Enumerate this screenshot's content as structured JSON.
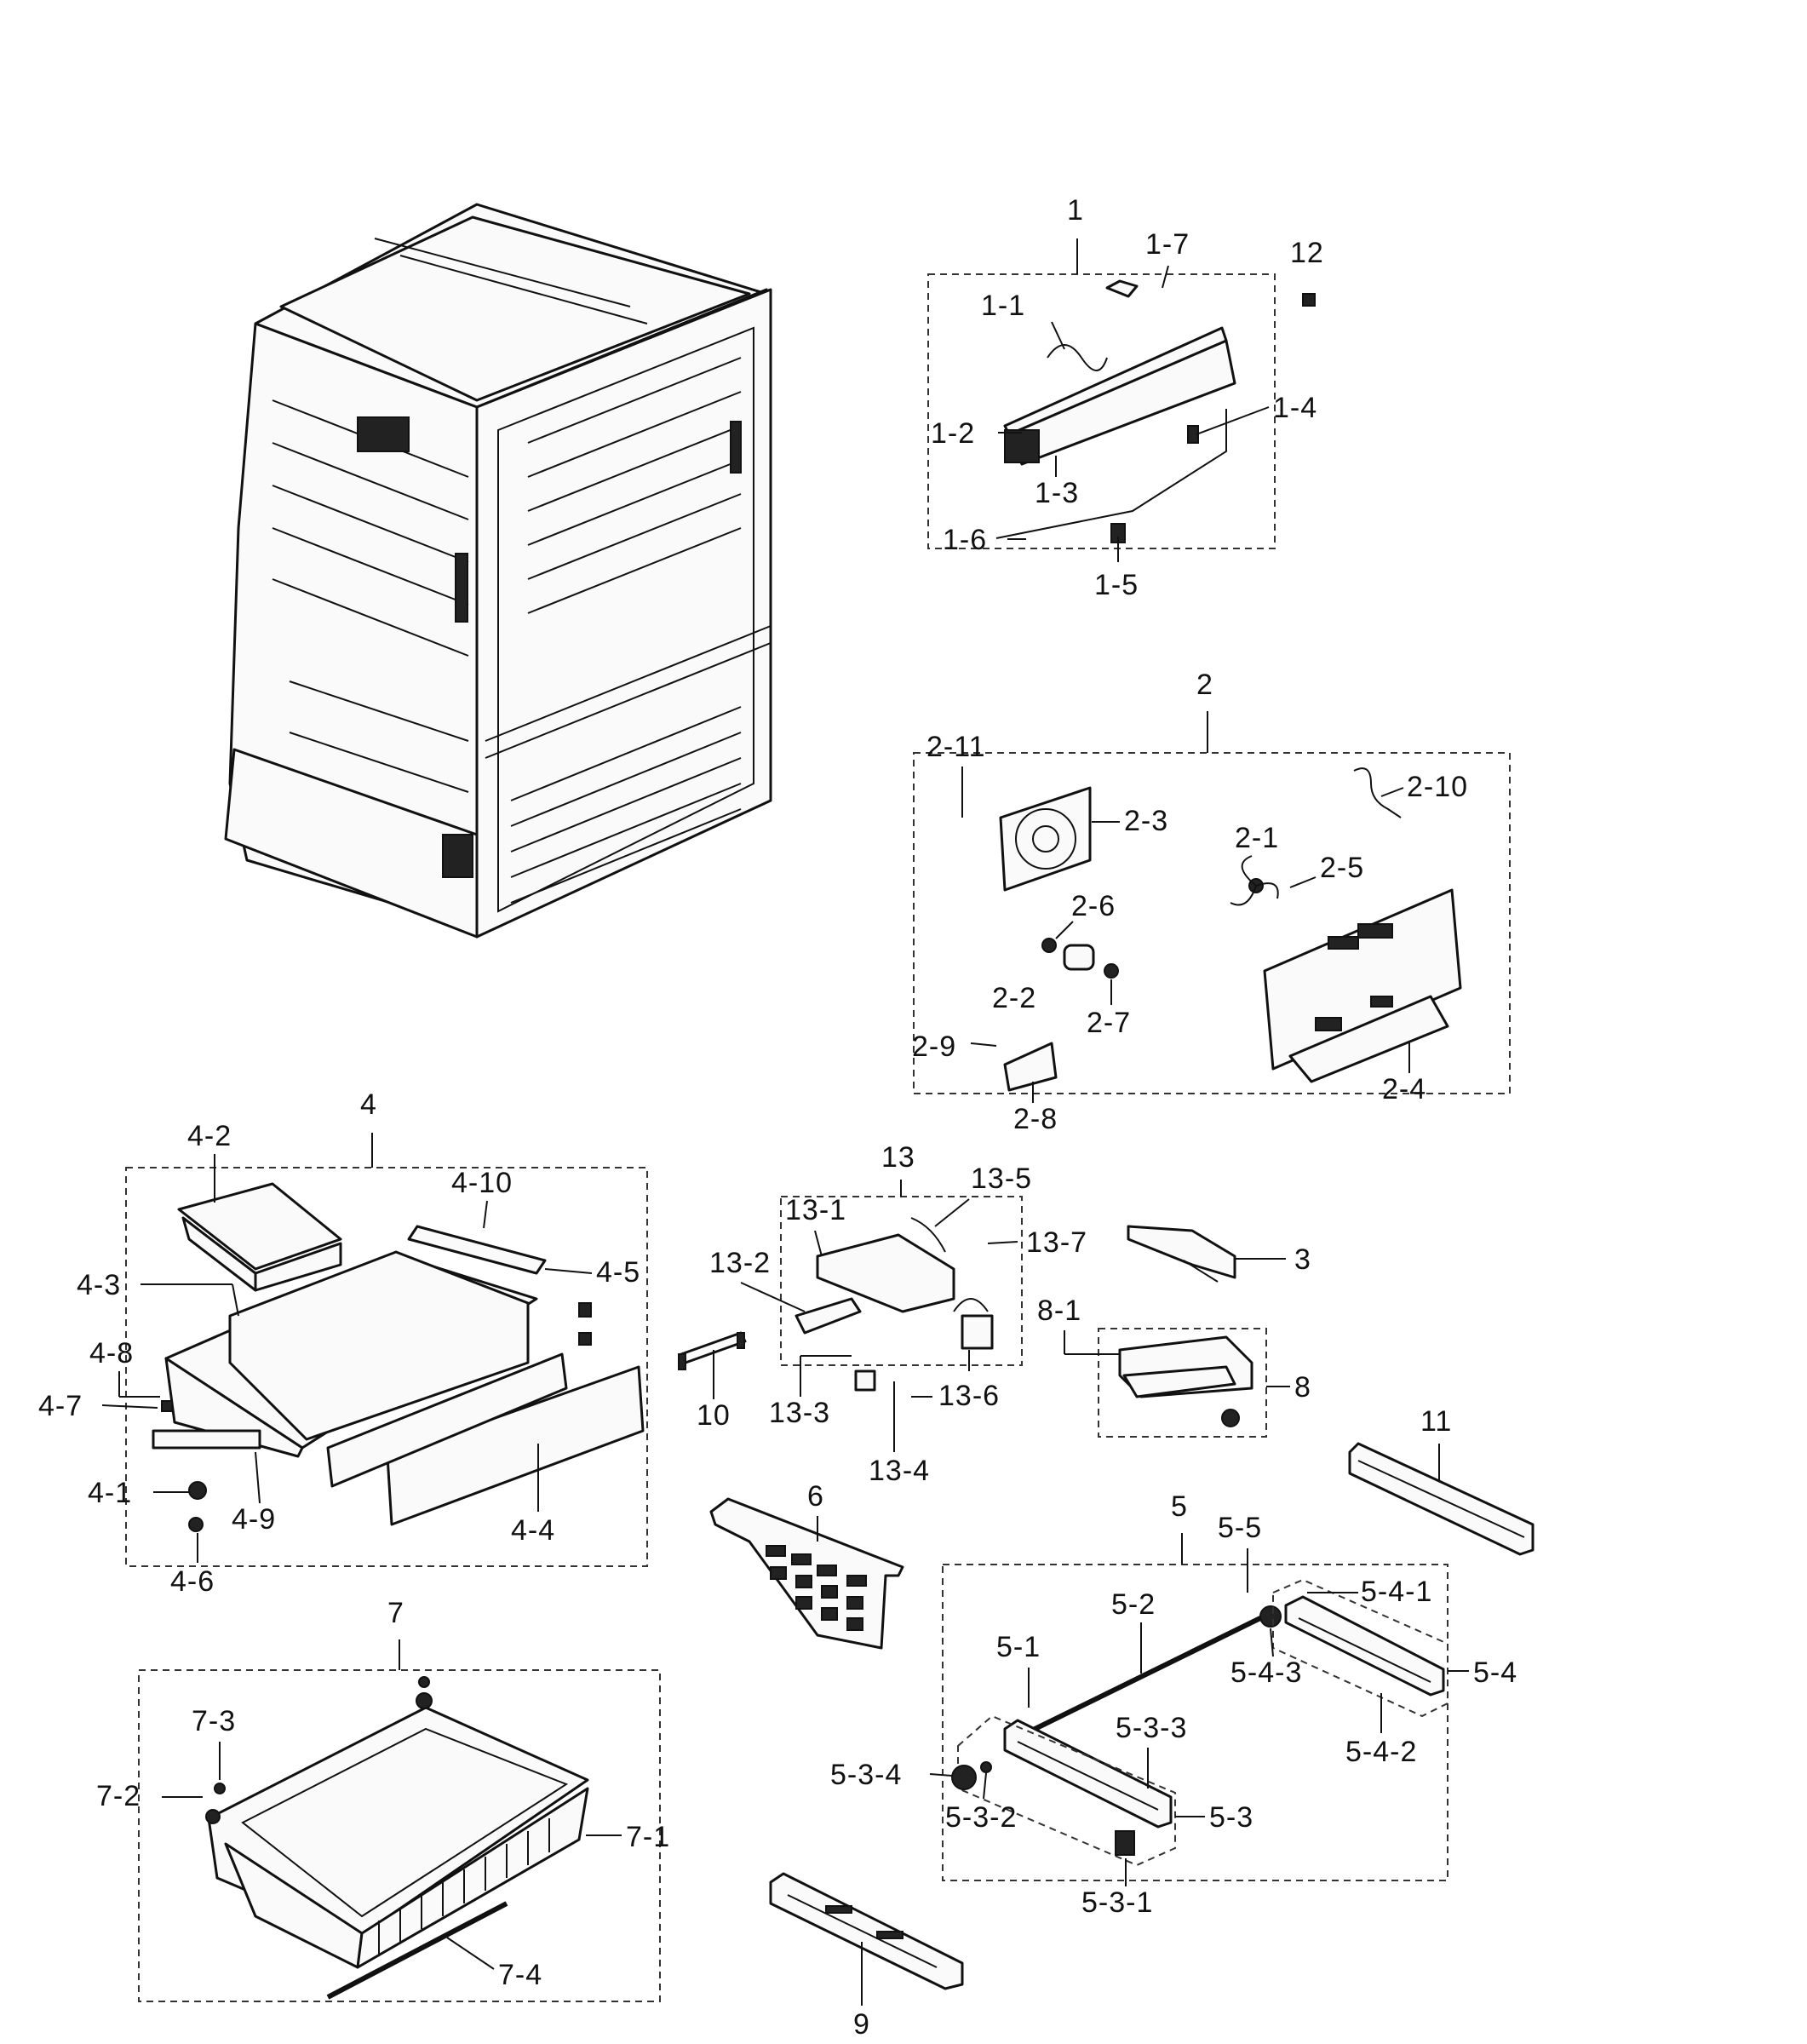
{
  "callouts": {
    "c1": "1",
    "c1_1": "1-1",
    "c1_2": "1-2",
    "c1_3": "1-3",
    "c1_4": "1-4",
    "c1_5": "1-5",
    "c1_6": "1-6",
    "c1_7": "1-7",
    "c12": "12",
    "c2": "2",
    "c2_1": "2-1",
    "c2_2": "2-2",
    "c2_3": "2-3",
    "c2_4": "2-4",
    "c2_5": "2-5",
    "c2_6": "2-6",
    "c2_7": "2-7",
    "c2_8": "2-8",
    "c2_9": "2-9",
    "c2_10": "2-10",
    "c2_11": "2-11",
    "c4": "4",
    "c4_1": "4-1",
    "c4_2": "4-2",
    "c4_3": "4-3",
    "c4_4": "4-4",
    "c4_5": "4-5",
    "c4_6": "4-6",
    "c4_7": "4-7",
    "c4_8": "4-8",
    "c4_9": "4-9",
    "c4_10": "4-10",
    "c13": "13",
    "c13_1": "13-1",
    "c13_2": "13-2",
    "c13_3": "13-3",
    "c13_4": "13-4",
    "c13_5": "13-5",
    "c13_6": "13-6",
    "c13_7": "13-7",
    "c3": "3",
    "c8": "8",
    "c8_1": "8-1",
    "c10": "10",
    "c11": "11",
    "c6": "6",
    "c9": "9",
    "c5": "5",
    "c5_1": "5-1",
    "c5_2": "5-2",
    "c5_3": "5-3",
    "c5_3_1": "5-3-1",
    "c5_3_2": "5-3-2",
    "c5_3_3": "5-3-3",
    "c5_3_4": "5-3-4",
    "c5_4": "5-4",
    "c5_4_1": "5-4-1",
    "c5_4_2": "5-4-2",
    "c5_4_3": "5-4-3",
    "c5_5": "5-5",
    "c7": "7",
    "c7_1": "7-1",
    "c7_2": "7-2",
    "c7_3": "7-3",
    "c7_4": "7-4"
  }
}
